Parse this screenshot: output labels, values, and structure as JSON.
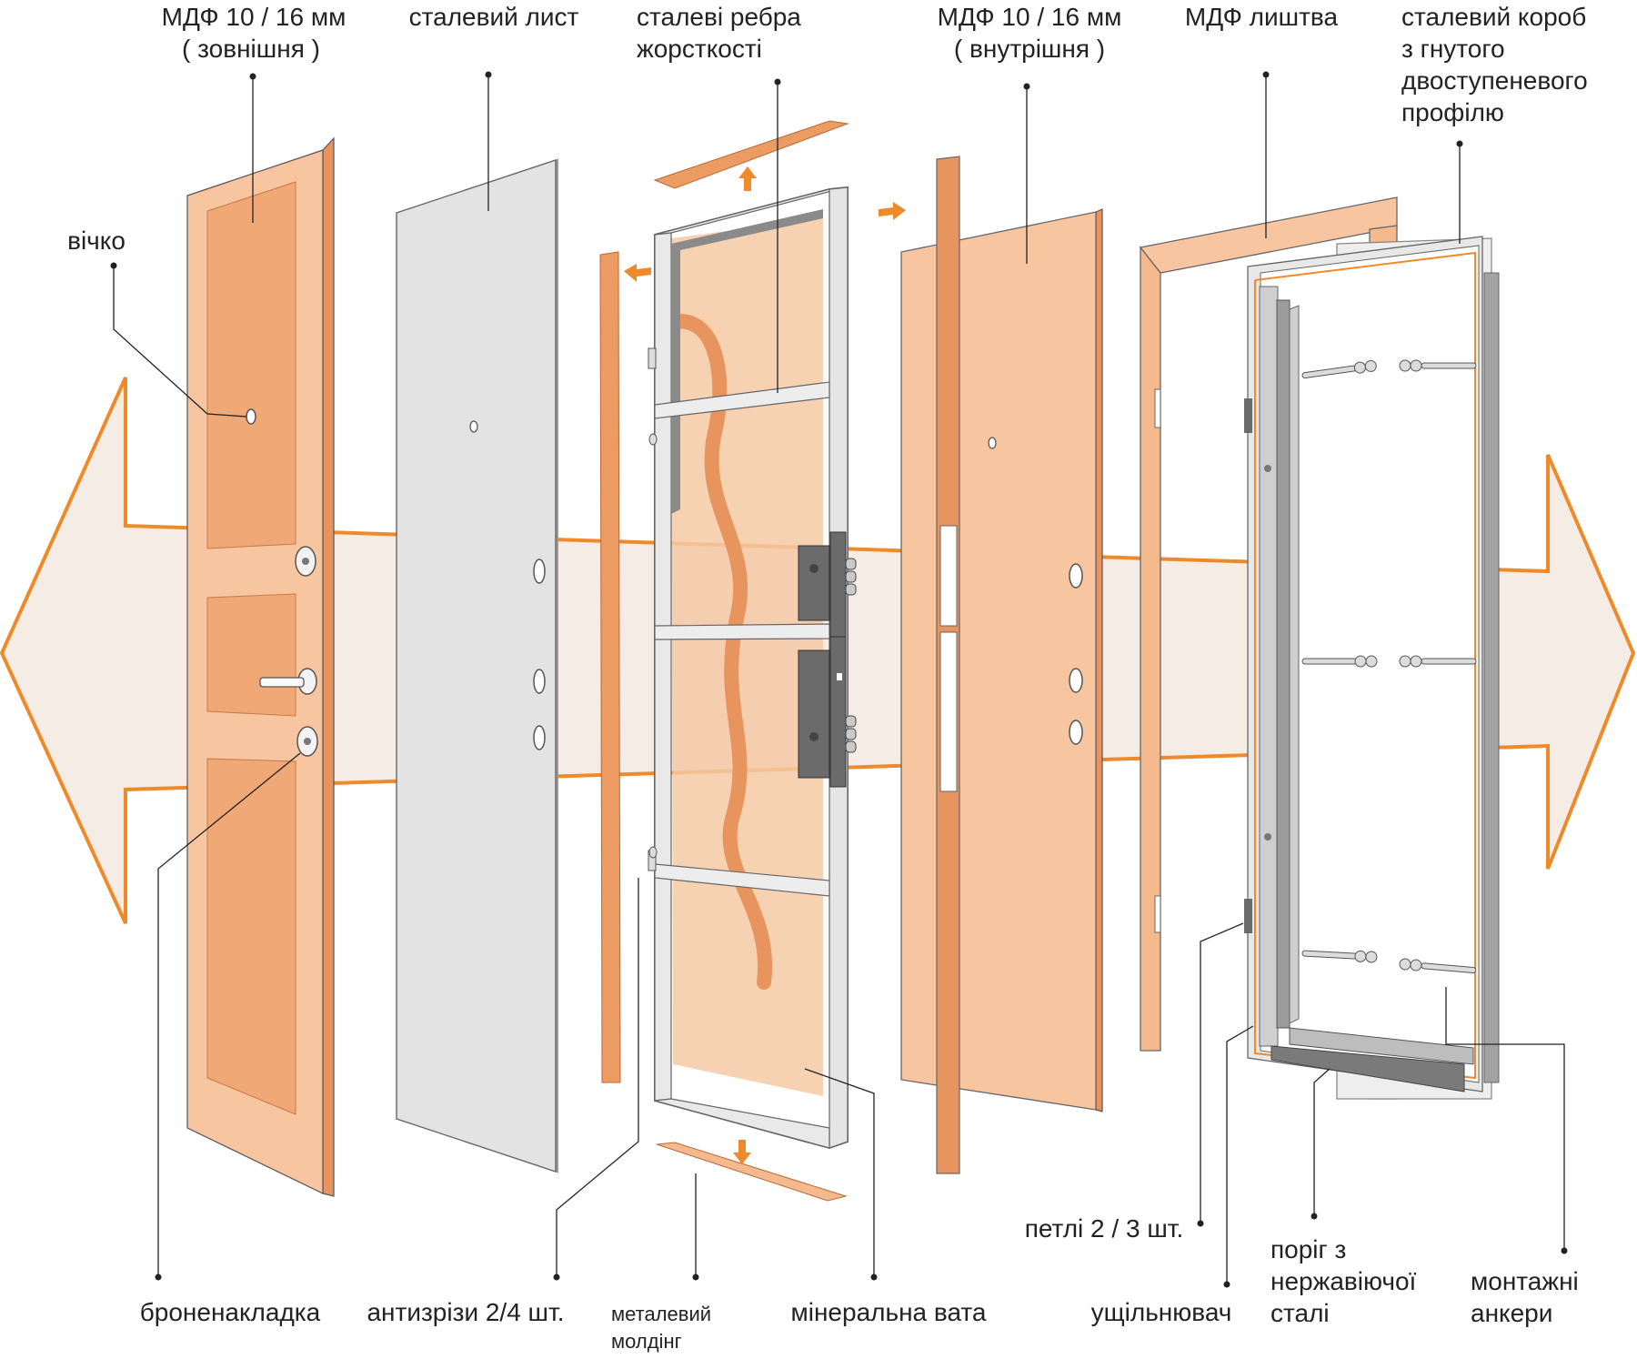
{
  "labels": {
    "mdf_outer_1": "МДФ 10 / 16 мм",
    "mdf_outer_2": "( зовнішня )",
    "steel_sheet": "сталевий лист",
    "ribs_1": "сталеві ребра",
    "ribs_2": "жорсткості",
    "mdf_inner_1": "МДФ 10 / 16 мм",
    "mdf_inner_2": "( внутрішня )",
    "casing": "МДФ лиштва",
    "frame_1": "сталевий короб",
    "frame_2": "з гнутого",
    "frame_3": "двоступеневого",
    "frame_4": "профілю",
    "peephole": "вічко",
    "armor_plate": "броненакладка",
    "anti_cut": "антизрізи 2/4 шт.",
    "molding_1": "металевий",
    "molding_2": "молдінг",
    "mineral_wool": "мінеральна вата",
    "hinges": "петлі 2 / 3 шт.",
    "seal": "ущільнювач",
    "threshold_1": "поріг з",
    "threshold_2": "нержавіючої",
    "threshold_3": "сталі",
    "anchors_1": "монтажні",
    "anchors_2": "анкери"
  },
  "colors": {
    "orange_accent": "#ef8a2a",
    "mdf_light": "#f7c5a0",
    "mdf_panel": "#f0a877",
    "mdf_edge": "#e8945e",
    "steel": "#e3e3e3",
    "steel_dark": "#6b6b6b",
    "arrow_fill": "#f6ece6"
  }
}
